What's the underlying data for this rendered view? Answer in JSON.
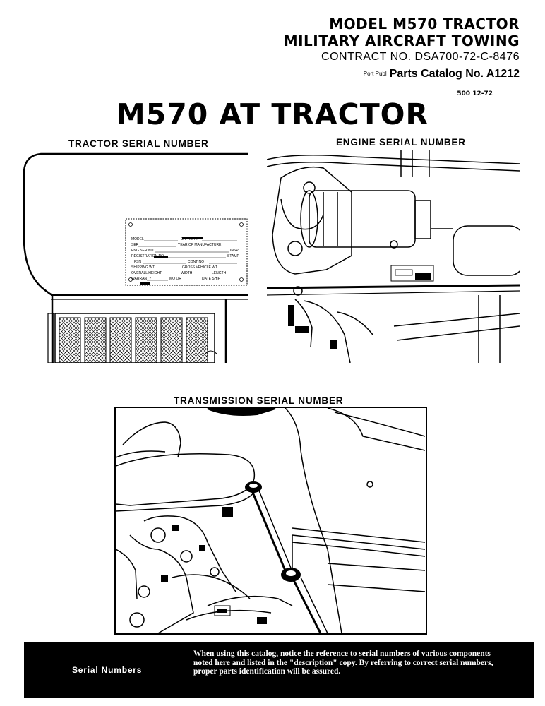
{
  "header": {
    "model": "MODEL M570 TRACTOR",
    "towing": "MILITARY AIRCRAFT TOWING",
    "contract": "CONTRACT NO. DSA700-72-C-8476",
    "catalog_prefix": "Port Publ",
    "catalog": "Parts Catalog No. A1212",
    "revision": "500 12-72"
  },
  "title": "M570 AT TRACTOR",
  "sections": {
    "tractor_serial": "TRACTOR SERIAL NUMBER",
    "engine_serial": "ENGINE SERIAL NUMBER",
    "transmission_serial": "TRANSMISSION SERIAL NUMBER"
  },
  "plate_labels": {
    "row1": "MODEL",
    "row1b": "CAPACITY",
    "row2": "SER",
    "row2b": "YEAR OF MANUFACTURE",
    "row3": "ENG SER NO",
    "row3b": "INSP",
    "row4": "REGISTRATION NO",
    "row4b": "STAMP",
    "row5": "FSN",
    "row5b": "CONT NO",
    "row6": "SHIPPING WT",
    "row6b": "GROSS VEHICLE WT",
    "row7": "OVERALL HEIGHT",
    "row7b": "WIDTH",
    "row7c": "LENGTH",
    "row8": "WARRANTY",
    "row8b": "MO OR",
    "row8c": "DATE SHIP"
  },
  "footer": {
    "title": "Serial Numbers",
    "text": "When using this catalog, notice the reference to serial numbers of various components noted here and listed in the \"description\" copy. By referring to correct serial numbers, proper parts identification will be assured."
  }
}
